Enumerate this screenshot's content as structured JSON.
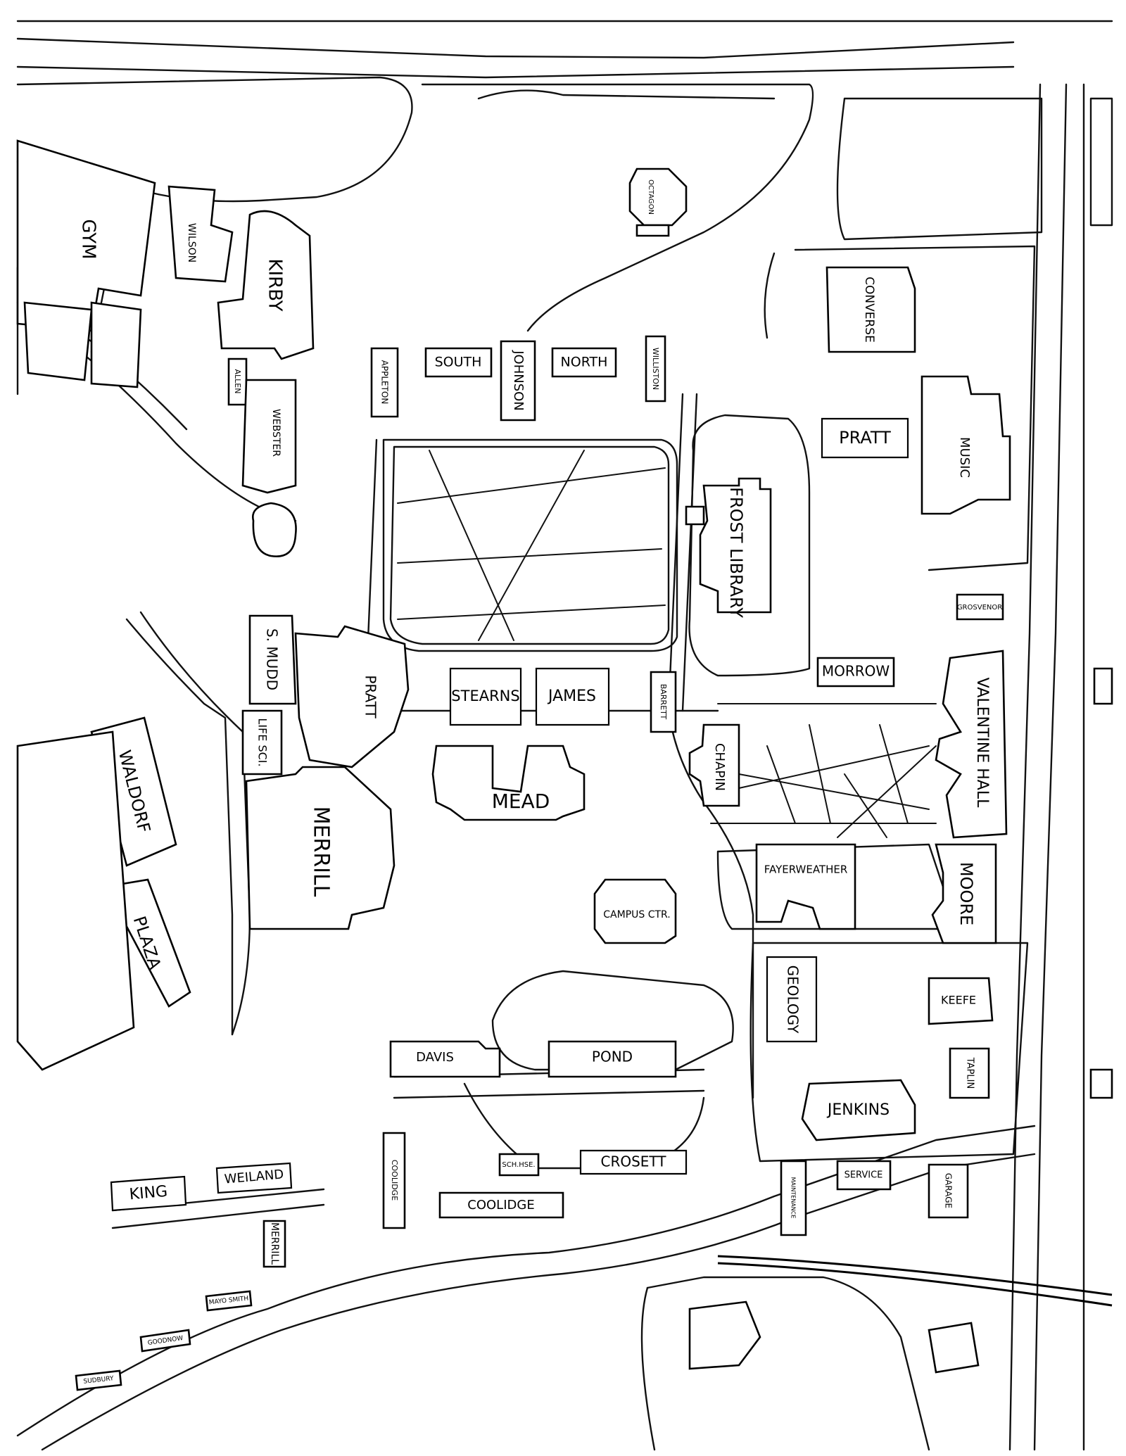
{
  "labels": {
    "gym": "GYM",
    "wilson": "WILSON",
    "kirby": "KIRBY",
    "allen": "ALLEN",
    "webster": "WEBSTER",
    "octagon": "OCTAGON",
    "appleton": "APPLETON",
    "south": "SOUTH",
    "johnson": "JOHNSON",
    "north": "NORTH",
    "williston": "WILLISTON",
    "converse": "CONVERSE",
    "pratt_east": "PRATT",
    "music": "MUSIC",
    "frost_library": "FROST LIBRARY",
    "grosvenor": "GROSVENOR",
    "morrow": "MORROW",
    "valentine_hall": "VALENTINE HALL",
    "s_mudd": "S. MUDD",
    "pratt_west": "PRATT",
    "life_sci": "LIFE SCI.",
    "stearns": "STEARNS",
    "james": "JAMES",
    "barrett": "BARRETT",
    "chapin": "CHAPIN",
    "mead": "MEAD",
    "waldorf": "WALDORF",
    "merrill_main": "MERRILL",
    "fayerweather": "FAYERWEATHER",
    "moore": "MOORE",
    "campus_ctr": "CAMPUS CTR.",
    "plaza": "PLAZA",
    "geology": "GEOLOGY",
    "keefe": "KEEFE",
    "davis": "DAVIS",
    "pond": "POND",
    "tapling": "TAPLIN",
    "jenkins": "JENKINS",
    "king": "KING",
    "weiland": "WEILAND",
    "coolidge_v": "COOLIDGE",
    "schoolhouse": "SCH.HSE.",
    "crosett": "CROSETT",
    "coolidge_h": "COOLIDGE",
    "maintenance": "MAINTENANCE",
    "service": "SERVICE",
    "garage": "GARAGE",
    "merrill_small": "MERRILL",
    "mayo_smith": "MAYO SMITH",
    "goodnow": "GOODNOW",
    "sudbury": "SUDBURY"
  }
}
